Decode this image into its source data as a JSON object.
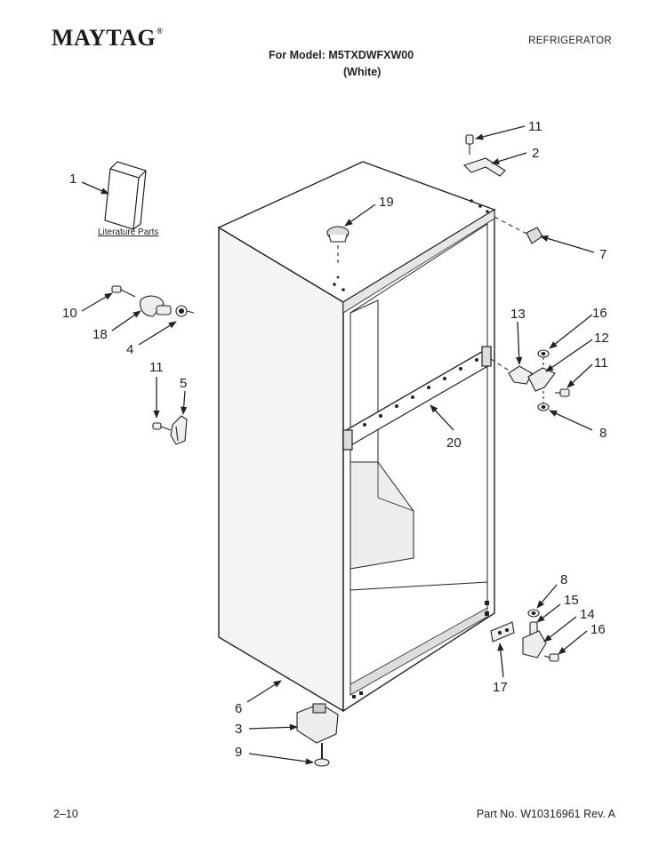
{
  "header": {
    "brand": "MAYTAG",
    "brand_mark": "®",
    "category": "REFRIGERATOR",
    "model_line": "For Model: M5TXDWFXW00",
    "color_line": "(White)"
  },
  "footer": {
    "page": "2–10",
    "part_number": "Part No. W10316961 Rev. A"
  },
  "literature_label": "Literature Parts",
  "callouts": [
    "11",
    "2",
    "1",
    "19",
    "7",
    "10",
    "18",
    "4",
    "13",
    "16",
    "12",
    "11",
    "11",
    "5",
    "20",
    "8",
    "8",
    "15",
    "14",
    "16",
    "17",
    "6",
    "3",
    "9"
  ]
}
